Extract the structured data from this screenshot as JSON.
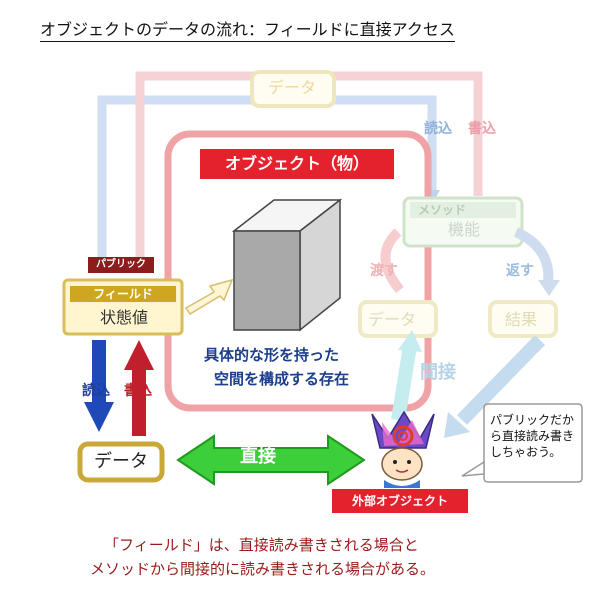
{
  "title": "オブジェクトのデータの流れ：フィールドに直接アクセス",
  "data_top": "データ",
  "read_write_top": {
    "read": "読込",
    "write": "書込"
  },
  "object_label": "オブジェクト（物）",
  "method": {
    "label": "メソッド",
    "function": "機能"
  },
  "pass_label": "渡す",
  "return_label": "返す",
  "field": {
    "public_tag": "パブリック",
    "label": "フィールド",
    "value": "状態値"
  },
  "data_mid": "データ",
  "result_label": "結果",
  "description": {
    "line1": "具体的な形を持った",
    "line2": "空間を構成する存在"
  },
  "indirect_label": "間接",
  "read_write_left": {
    "read": "読込",
    "write": "書込"
  },
  "data_bottom": "データ",
  "direct_label": "直接",
  "bubble_text": "パブリックだから直接読み書きしちゃおう。",
  "external_label": "外部オブジェクト",
  "caption": {
    "line1": "「フィールド」は、直接読み書きされる場合と",
    "line2": "メソッドから間接的に読み書きされる場合がある。"
  },
  "colors": {
    "object_red": "#e4222e",
    "field_gold": "#cfa61f",
    "public_dark_red": "#8b1d1d",
    "description_blue": "#1c3f8c",
    "caption_red": "#9a1a1a",
    "direct_green": "#3ccf3a",
    "faded_blue": "#c7d8ee",
    "faded_pink": "#f2c8cc"
  },
  "icons": [
    "cube-icon",
    "character-icon"
  ]
}
